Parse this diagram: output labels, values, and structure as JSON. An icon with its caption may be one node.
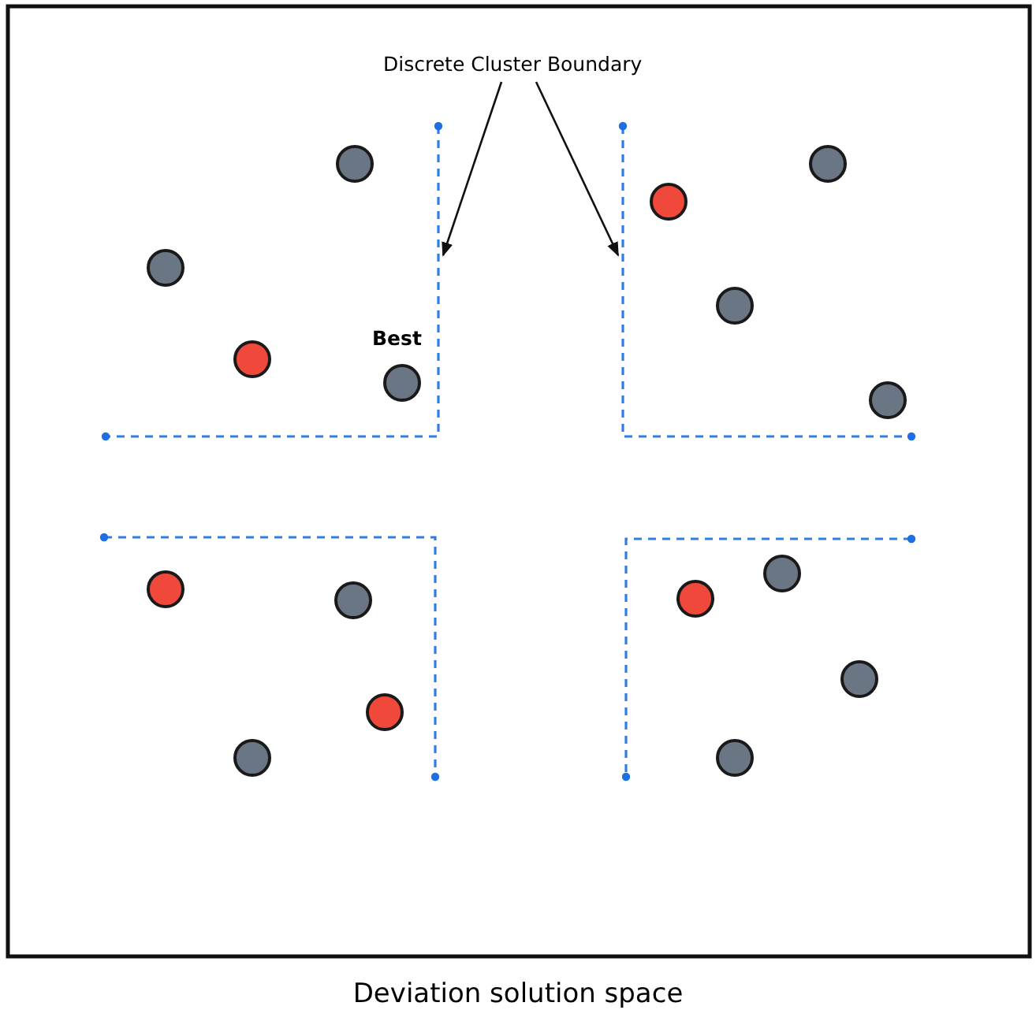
{
  "diagram": {
    "caption": "Deviation solution space",
    "nodes": [
      {
        "text": [
          "Discrete Cluster Boundary"
        ]
      },
      {
        "text": [],
        "shape": "line"
      },
      {
        "text": [],
        "shape": "line"
      },
      {
        "text": [],
        "shape": "line"
      },
      {
        "text": [],
        "shape": "line"
      }
    ],
    "edges": [
      {
        "from": 0,
        "to": 1,
        "arrow": "to"
      },
      {
        "from": 0,
        "to": 2,
        "arrow": "to"
      }
    ],
    "labels": [
      "Best"
    ]
  }
}
